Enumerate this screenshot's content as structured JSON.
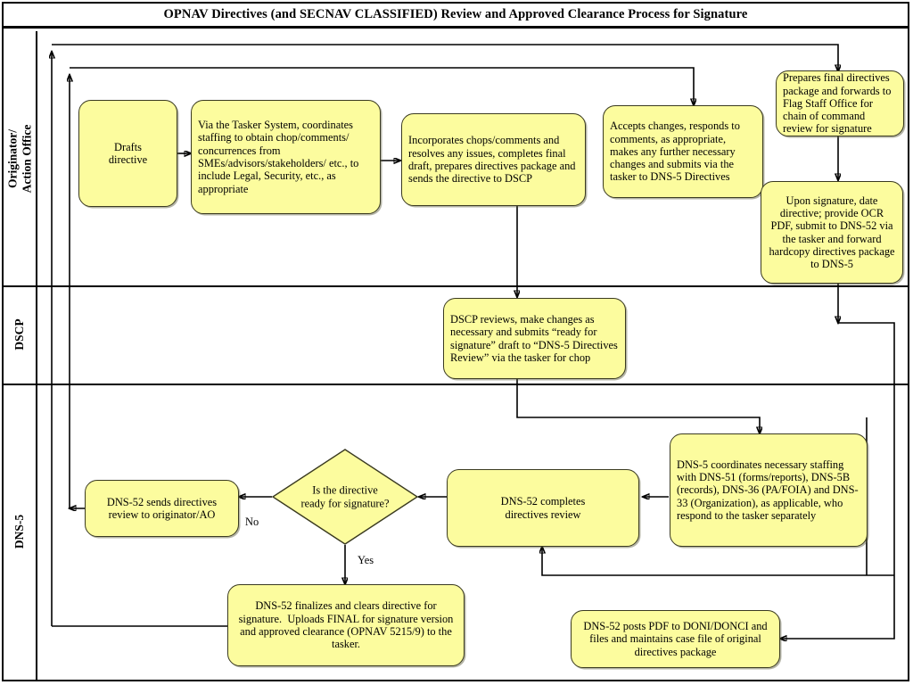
{
  "title": "OPNAV Directives (and SECNAV CLASSIFIED) Review and Approved Clearance Process for Signature",
  "colors": {
    "node_fill": "#FCFC9E",
    "node_border": "#3a3a20",
    "line": "#000000",
    "background": "#ffffff"
  },
  "chart_data": {
    "type": "diagram",
    "diagram_kind": "swimlane-flowchart",
    "title": "OPNAV Directives (and SECNAV CLASSIFIED) Review and Approved Clearance Process for Signature",
    "lanes": [
      {
        "id": "lane-originator",
        "label": "Originator/\nAction Office"
      },
      {
        "id": "lane-dscp",
        "label": "DSCP"
      },
      {
        "id": "lane-dns5",
        "label": "DNS-5"
      }
    ],
    "nodes": [
      {
        "id": "n1",
        "lane": "lane-originator",
        "shape": "process",
        "text": "Drafts\ndirective"
      },
      {
        "id": "n2",
        "lane": "lane-originator",
        "shape": "process",
        "text": "Via the Tasker System, coordinates staffing to obtain chop/comments/ concurrences from SMEs/advisors/stakeholders/ etc., to include Legal, Security, etc., as appropriate"
      },
      {
        "id": "n3",
        "lane": "lane-originator",
        "shape": "process",
        "text": "Incorporates chops/comments and resolves any issues, completes final draft, prepares directives package and sends the directive to DSCP"
      },
      {
        "id": "n4",
        "lane": "lane-originator",
        "shape": "process",
        "text": "Accepts changes, responds to comments, as appropriate, makes any further necessary changes and submits via the tasker to DNS-5 Directives"
      },
      {
        "id": "n5",
        "lane": "lane-originator",
        "shape": "process",
        "text": "Prepares final directives package and forwards to Flag Staff Office for chain of command review for signature"
      },
      {
        "id": "n6",
        "lane": "lane-originator",
        "shape": "process",
        "text": "Upon signature, date directive; provide OCR PDF, submit to DNS-52 via the tasker and forward hardcopy directives package to DNS-5"
      },
      {
        "id": "n7",
        "lane": "lane-dscp",
        "shape": "process",
        "text": "DSCP reviews, make changes as necessary and submits “ready for signature” draft to “DNS-5 Directives Review” via the tasker for chop"
      },
      {
        "id": "n8",
        "lane": "lane-dns5",
        "shape": "process",
        "text": "DNS-5 coordinates necessary staffing with DNS-51 (forms/reports), DNS-5B (records), DNS-36 (PA/FOIA) and DNS-33 (Organization), as applicable, who respond to the tasker separately"
      },
      {
        "id": "n9",
        "lane": "lane-dns5",
        "shape": "process",
        "text": "DNS-52 completes\ndirectives review"
      },
      {
        "id": "n10",
        "lane": "lane-dns5",
        "shape": "decision",
        "text": "Is the directive\nready for signature?"
      },
      {
        "id": "n11",
        "lane": "lane-dns5",
        "shape": "process",
        "text": "DNS-52 sends directives\nreview to originator/AO"
      },
      {
        "id": "n12",
        "lane": "lane-dns5",
        "shape": "process",
        "text": "DNS-52 finalizes and clears directive for signature.  Uploads FINAL for signature version and approved clearance (OPNAV 5215/9) to the tasker."
      },
      {
        "id": "n13",
        "lane": "lane-dns5",
        "shape": "process",
        "text": "DNS-52 posts PDF to DONI/DONCI and files and maintains case file of original directives package"
      }
    ],
    "edges": [
      {
        "from": "n1",
        "to": "n2",
        "label": ""
      },
      {
        "from": "n2",
        "to": "n3",
        "label": ""
      },
      {
        "from": "n3",
        "to": "n7",
        "label": ""
      },
      {
        "from": "n7",
        "to": "n8",
        "label": ""
      },
      {
        "from": "n8",
        "to": "n9",
        "label": ""
      },
      {
        "from": "n9",
        "to": "n10",
        "label": ""
      },
      {
        "from": "n10",
        "to": "n11",
        "label": "No"
      },
      {
        "from": "n10",
        "to": "n12",
        "label": "Yes"
      },
      {
        "from": "n11",
        "to": "n4",
        "label": ""
      },
      {
        "from": "n12",
        "to": "n1",
        "label": ""
      },
      {
        "from": "n4",
        "to": "n5",
        "label": ""
      },
      {
        "from": "n5",
        "to": "n6",
        "label": ""
      },
      {
        "from": "n6",
        "to": "n8",
        "label": ""
      },
      {
        "from": "n6",
        "to": "n9",
        "label": ""
      },
      {
        "from": "n6",
        "to": "n13",
        "label": ""
      }
    ],
    "edge_labels": [
      "No",
      "Yes"
    ]
  }
}
